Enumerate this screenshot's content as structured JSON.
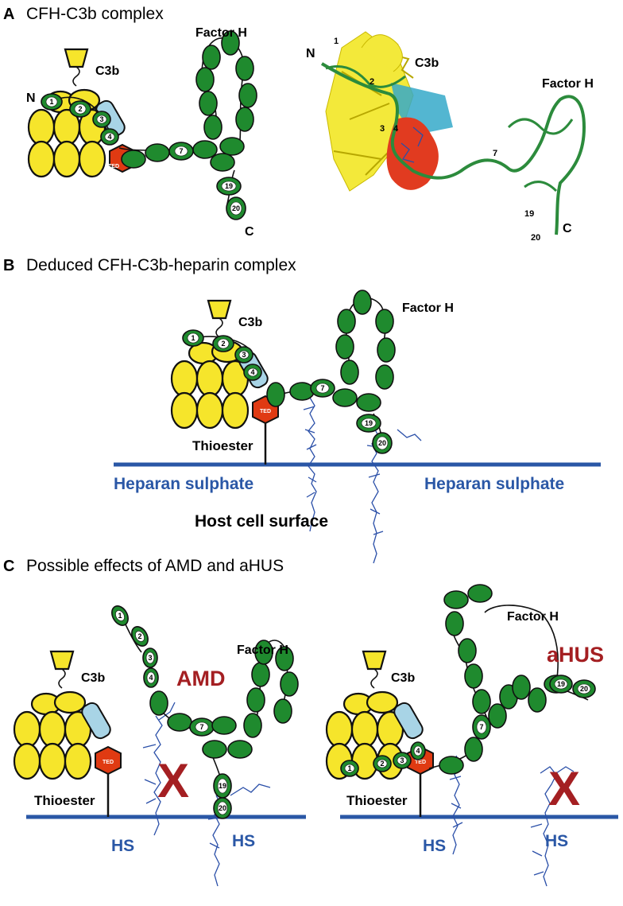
{
  "panels": {
    "A": {
      "letter": "A",
      "title": "CFH-C3b complex"
    },
    "B": {
      "letter": "B",
      "title": "Deduced CFH-C3b-heparin complex"
    },
    "C": {
      "letter": "C",
      "title": "Possible effects of AMD and aHUS"
    }
  },
  "labels": {
    "c3b": "C3b",
    "factor_h": "Factor H",
    "n_term": "N",
    "c_term": "C",
    "ted": "TED",
    "thioester": "Thioester",
    "heparan_sulphate": "Heparan sulphate",
    "host_cell_surface": "Host cell surface",
    "hs": "HS",
    "amd": "AMD",
    "ahus": "aHUS",
    "x": "X"
  },
  "domains": {
    "d1": "1",
    "d2": "2",
    "d3": "3",
    "d4": "4",
    "d7": "7",
    "d19": "19",
    "d20": "20"
  },
  "colors": {
    "c3b_yellow": "#f6e52b",
    "factor_h_green": "#1f8a2e",
    "ted_red": "#e03a12",
    "c3b_blue_domain": "#a8d4e6",
    "surface_blue": "#2a57a6",
    "disease_red": "#a41f22"
  }
}
